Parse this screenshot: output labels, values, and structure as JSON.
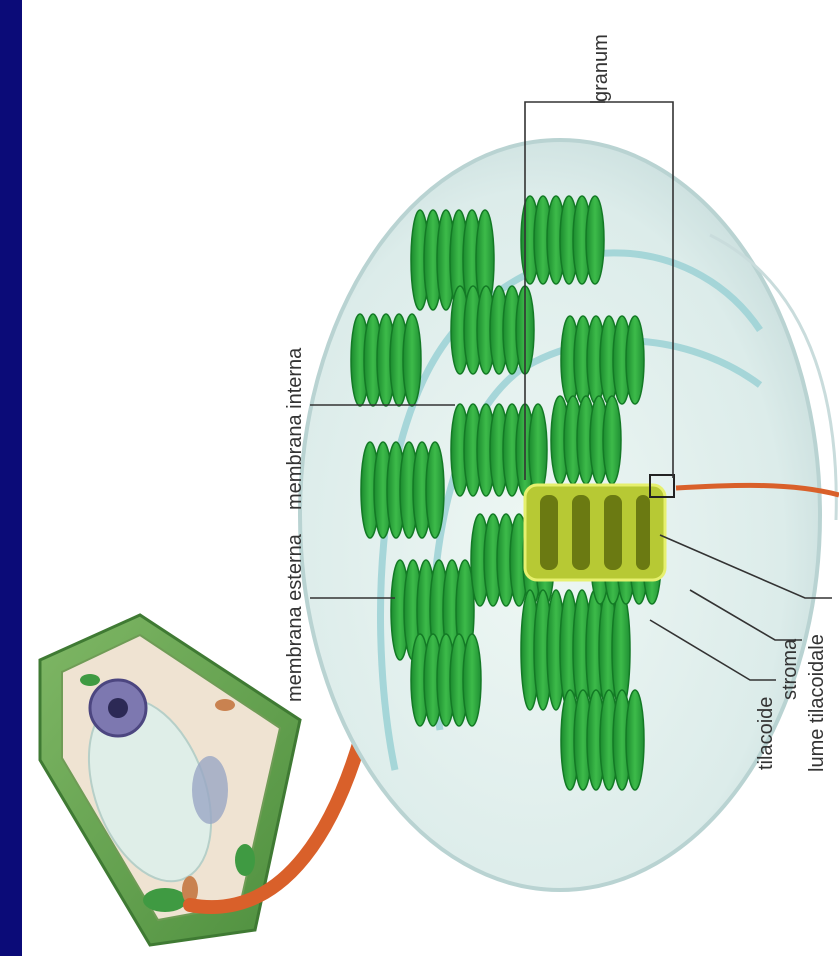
{
  "labels": {
    "granum": "granum",
    "membrana_interna": "membrana interna",
    "membrana_esterna": "membrana esterna",
    "tilacoide": "tilacoide",
    "stroma": "stroma",
    "lume_tilacoidale": "lume tilacoidale"
  },
  "colors": {
    "border": "#0b0b78",
    "thylakoid_green": "#2fa83c",
    "thylakoid_dark": "#137a25",
    "lumen_yellow": "#c9d83a",
    "envelope": "#d6ebe6",
    "envelope_line": "#9fd3d6",
    "arrow": "#d9602a"
  },
  "icons": [
    "plant-cell-icon",
    "chloroplast-icon",
    "arrow-icon"
  ]
}
